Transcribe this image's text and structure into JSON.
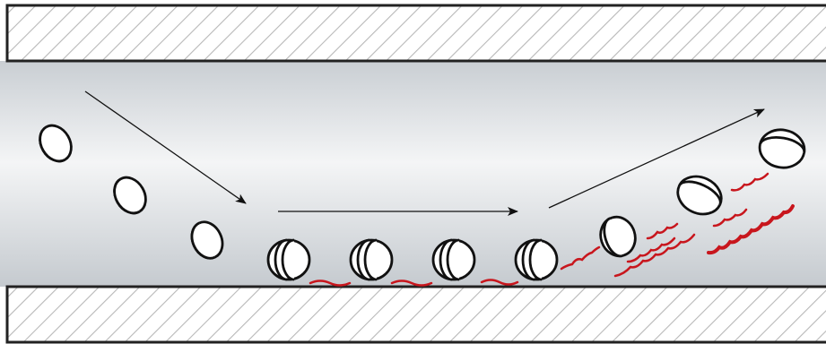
{
  "diagram": {
    "colors": {
      "wall_fill": "#ffffff",
      "wall_stroke": "#222222",
      "hatch": "#b8b8b8",
      "channel_light": "#f4f5f6",
      "channel_dark": "#c9ced3",
      "particle_stroke": "#111111",
      "arrow": "#111111",
      "wave": "#c8161d"
    },
    "walls": [
      "top-wall",
      "bottom-wall"
    ],
    "channel": "flow-channel",
    "arrows": [
      "descending-arrow",
      "horizontal-arrow",
      "ascending-arrow"
    ],
    "particles": [
      "particle-1",
      "particle-2",
      "particle-3",
      "particle-4",
      "particle-5",
      "particle-6",
      "particle-7",
      "particle-8",
      "particle-9",
      "particle-10",
      "particle-11"
    ],
    "waves": [
      "wave-1",
      "wave-2",
      "wave-3",
      "wave-4",
      "wave-5",
      "wave-6",
      "wave-7",
      "wave-8",
      "wave-9",
      "wave-10"
    ]
  }
}
